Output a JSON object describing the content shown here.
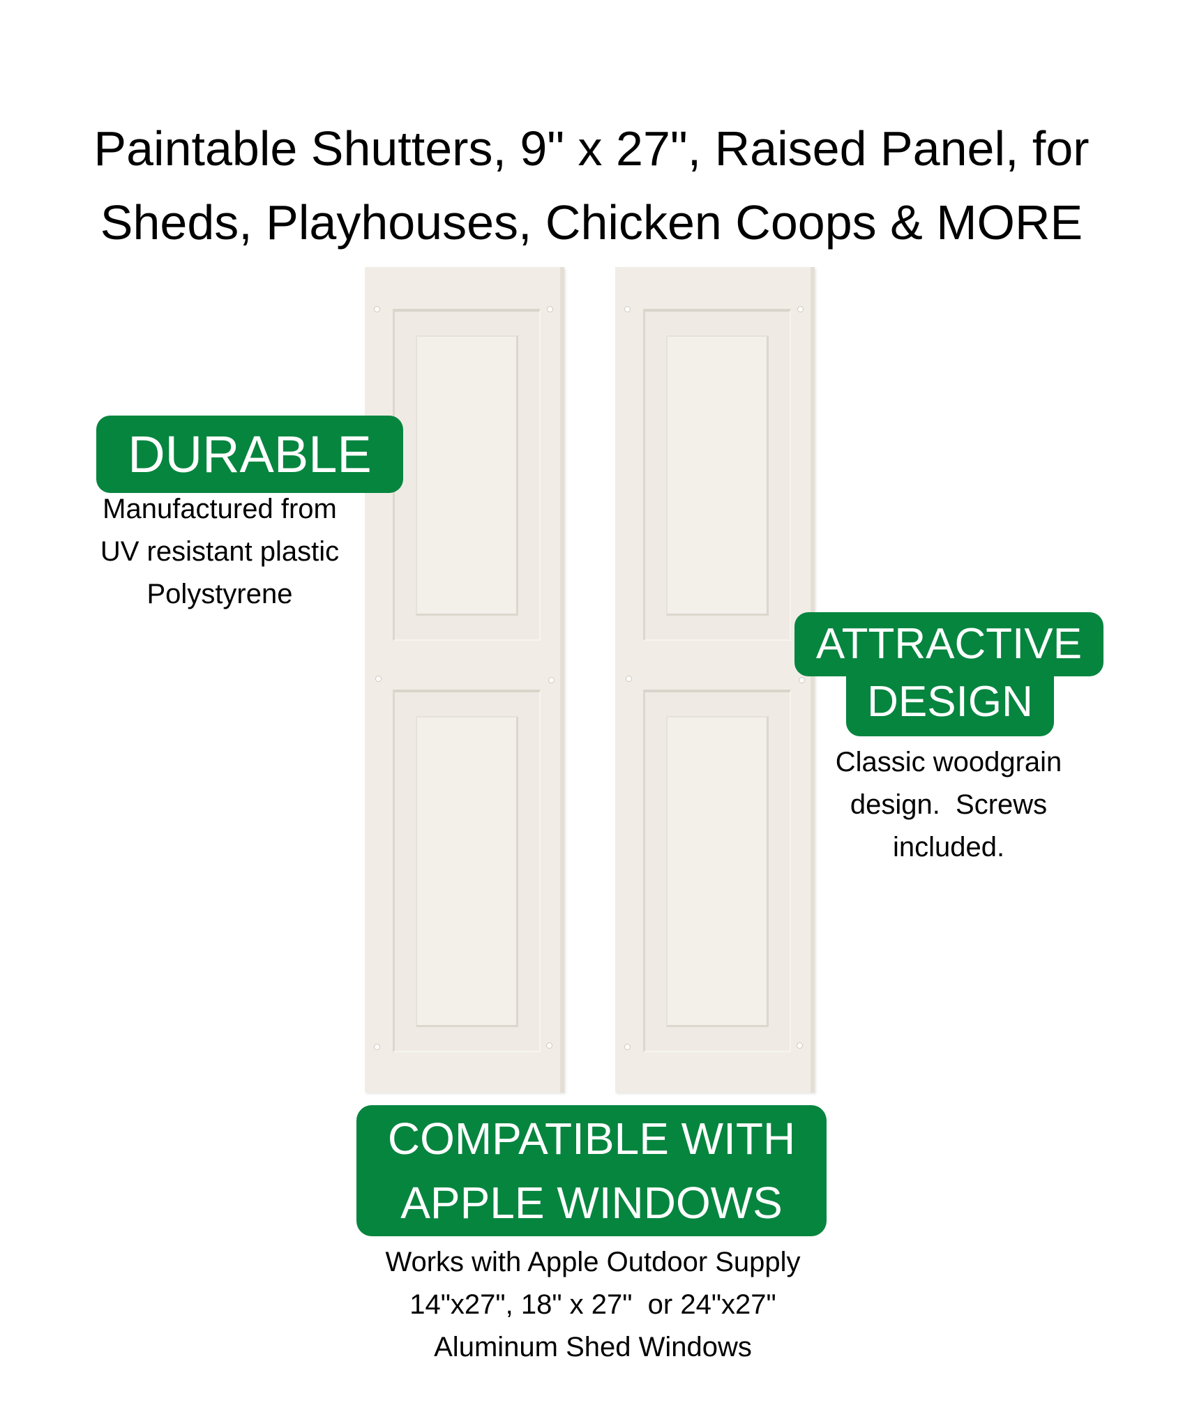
{
  "title": {
    "line1": "Paintable Shutters, 9\" x 27\", Raised Panel, for",
    "line2": "Sheds, Playhouses, Chicken Coops & MORE"
  },
  "features": {
    "durable": {
      "badge": "DURABLE",
      "description": [
        "Manufactured from",
        "UV resistant plastic",
        "Polystyrene"
      ]
    },
    "attractive": {
      "badge_line1": "ATTRACTIVE",
      "badge_line2": "DESIGN",
      "description": [
        "Classic woodgrain",
        "design.  Screws",
        "included."
      ]
    },
    "compatible": {
      "badge_line1": "COMPATIBLE WITH",
      "badge_line2": "APPLE WINDOWS",
      "description": [
        "Works with Apple Outdoor Supply",
        "14\"x27\", 18\" x 27\"  or 24\"x27\"",
        "Aluminum Shed Windows"
      ]
    }
  },
  "product": {
    "shutter_count": 2,
    "panels_per_shutter": 2,
    "colors": {
      "shutter": "#f1ede6",
      "badge_green": "#06853f",
      "badge_text": "#ffffff"
    }
  }
}
